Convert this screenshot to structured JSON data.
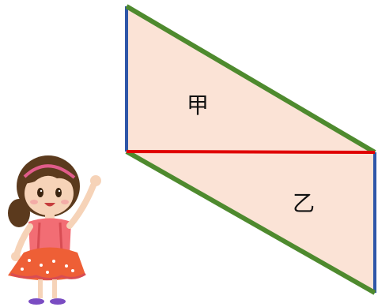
{
  "diagram": {
    "labels": {
      "upper_region": "甲",
      "lower_region": "乙"
    },
    "colors": {
      "fill": "#FBE3D6",
      "left_side": "#2F56A8",
      "right_side": "#2F56A8",
      "diagonal_sides": "#4E8A2E",
      "middle_line": "#E00000"
    },
    "character": {
      "type": "illustration",
      "description_icon": "girl-cartoon"
    }
  }
}
